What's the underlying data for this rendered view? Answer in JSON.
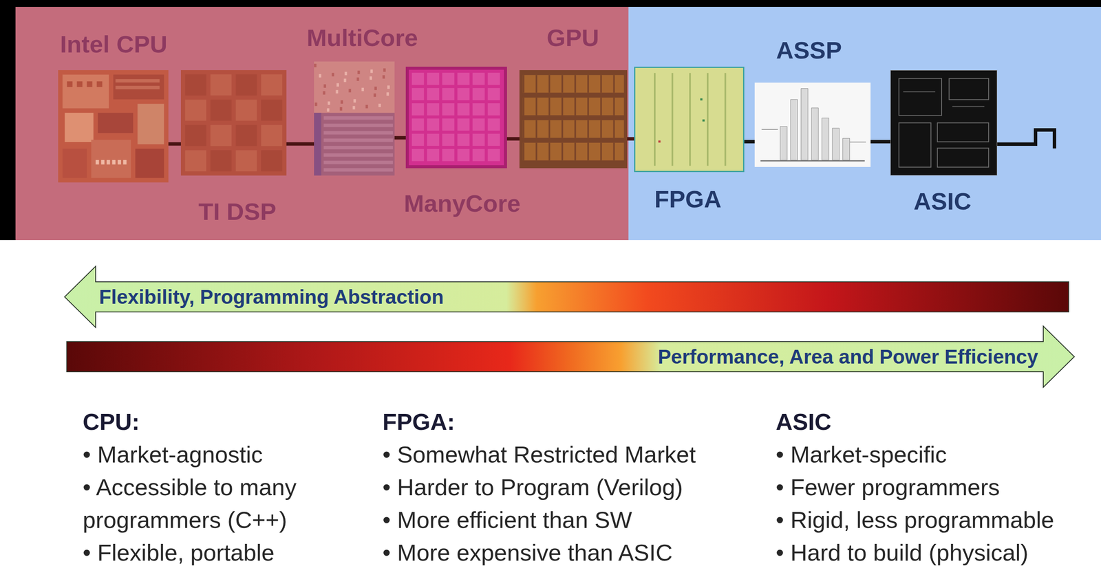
{
  "diagram": {
    "nodes": [
      {
        "text": [
          "Intel CPU"
        ]
      },
      {
        "text": [
          "TI DSP"
        ]
      },
      {
        "text": [
          "MultiCore"
        ]
      },
      {
        "text": [
          "ManyCore"
        ]
      },
      {
        "text": [
          "GPU"
        ]
      },
      {
        "text": [
          "FPGA"
        ]
      },
      {
        "text": [
          "ASSP"
        ]
      },
      {
        "text": [
          "ASIC"
        ]
      },
      {
        "text": [
          "Flexibility, Programming Abstraction"
        ]
      },
      {
        "text": [
          "Performance, Area and Power Efficiency"
        ]
      }
    ],
    "edges": [
      {
        "from": 0,
        "to": 1,
        "arrow": "none"
      },
      {
        "from": 1,
        "to": 2,
        "arrow": "none"
      },
      {
        "from": 2,
        "to": 3,
        "arrow": "none"
      },
      {
        "from": 3,
        "to": 4,
        "arrow": "none"
      },
      {
        "from": 4,
        "to": 5,
        "arrow": "none"
      },
      {
        "from": 5,
        "to": 6,
        "arrow": "none"
      },
      {
        "from": 6,
        "to": 7,
        "arrow": "none"
      }
    ],
    "labels": [
      "CPU:",
      "• Market-agnostic",
      "• Accessible to many programmers (C++)",
      "• Flexible, portable",
      "FPGA:",
      "• Somewhat Restricted Market",
      "• Harder to Program (Verilog)",
      "• More efficient than SW",
      "• More expensive than ASIC",
      "ASIC",
      "• Market-specific",
      "• Fewer programmers",
      "• Rigid, less programmable",
      "• Hard to build (physical)"
    ]
  }
}
